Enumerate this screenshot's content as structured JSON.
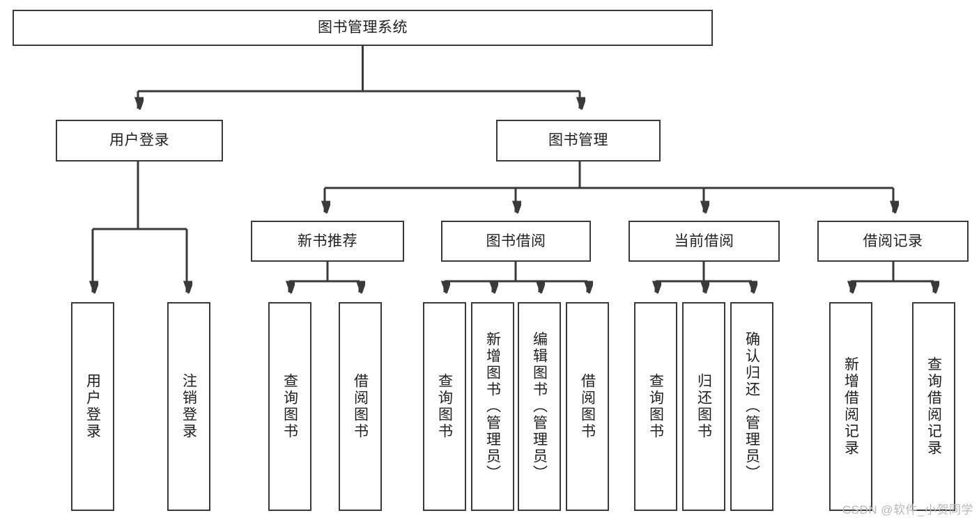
{
  "diagram": {
    "title": "图书管理系统",
    "type": "functional-structure-tree",
    "root": {
      "id": "root",
      "label": "图书管理系统"
    },
    "level2": [
      {
        "id": "user-login",
        "label": "用户登录"
      },
      {
        "id": "book-manage",
        "label": "图书管理"
      }
    ],
    "level3": [
      {
        "id": "new-book-rec",
        "label": "新书推荐",
        "parent": "book-manage"
      },
      {
        "id": "book-borrow",
        "label": "图书借阅",
        "parent": "book-manage"
      },
      {
        "id": "current-borrow",
        "label": "当前借阅",
        "parent": "book-manage"
      },
      {
        "id": "borrow-record",
        "label": "借阅记录",
        "parent": "book-manage"
      }
    ],
    "leaves": [
      {
        "id": "leaf-user-login",
        "label": "用户登录",
        "parent": "user-login"
      },
      {
        "id": "leaf-user-logout",
        "label": "注销登录",
        "parent": "user-login"
      },
      {
        "id": "leaf-query-book-1",
        "label": "查询图书",
        "parent": "new-book-rec"
      },
      {
        "id": "leaf-borrow-book-1",
        "label": "借阅图书",
        "parent": "new-book-rec"
      },
      {
        "id": "leaf-query-book-2",
        "label": "查询图书",
        "parent": "book-borrow"
      },
      {
        "id": "leaf-add-book",
        "label": "新增图书（管理员）",
        "parent": "book-borrow"
      },
      {
        "id": "leaf-edit-book",
        "label": "编辑图书（管理员）",
        "parent": "book-borrow"
      },
      {
        "id": "leaf-borrow-book-2",
        "label": "借阅图书",
        "parent": "book-borrow"
      },
      {
        "id": "leaf-query-book-3",
        "label": "查询图书",
        "parent": "current-borrow"
      },
      {
        "id": "leaf-return-book",
        "label": "归还图书",
        "parent": "current-borrow"
      },
      {
        "id": "leaf-confirm-return",
        "label": "确认归还（管理员）",
        "parent": "current-borrow"
      },
      {
        "id": "leaf-add-record",
        "label": "新增借阅记录",
        "parent": "borrow-record"
      },
      {
        "id": "leaf-query-record",
        "label": "查询借阅记录",
        "parent": "borrow-record"
      }
    ]
  },
  "watermark": {
    "text": "CSDN @软件_小贺同学"
  },
  "colors": {
    "stroke": "#3a3a3a",
    "background": "#ffffff",
    "text": "#1f1f1f",
    "watermark": "#b9b9b9"
  }
}
